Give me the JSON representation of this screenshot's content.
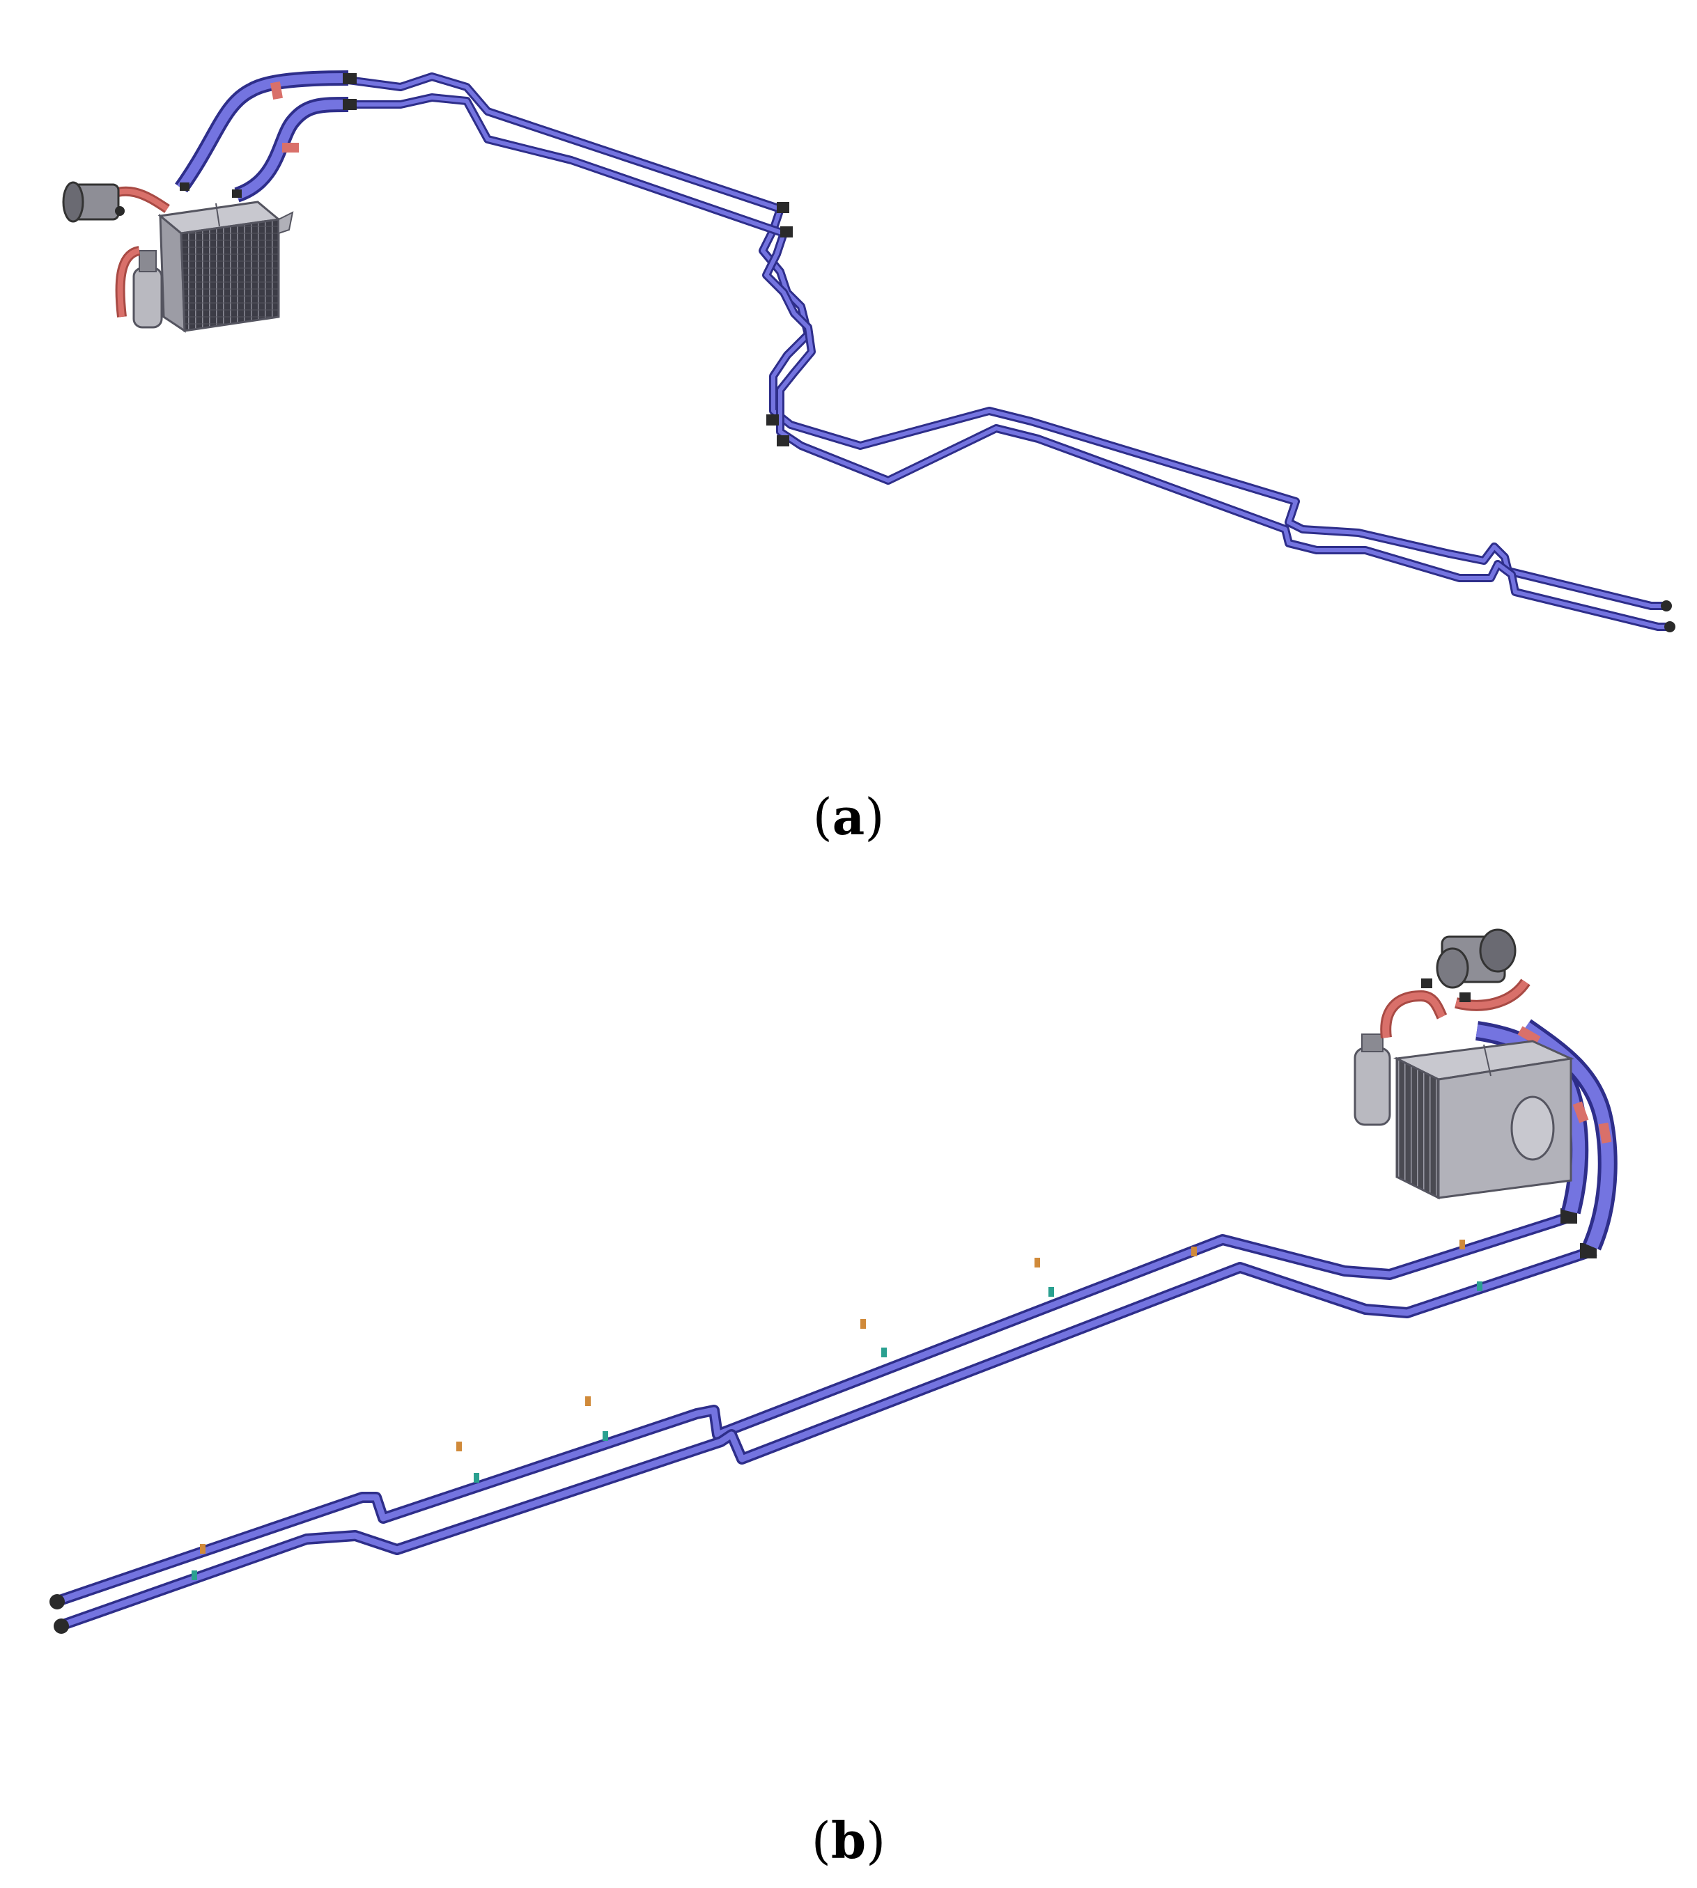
{
  "figure": {
    "panels": [
      {
        "id": "a",
        "caption_open": "(",
        "caption_letter": "a",
        "caption_close": ")"
      },
      {
        "id": "b",
        "caption_open": "(",
        "caption_letter": "b",
        "caption_close": ")"
      }
    ]
  },
  "colors": {
    "pipe": "#5a5ac8",
    "pipe_dark": "#2e2e8a",
    "hose_red": "#d9706a",
    "hose_red_dark": "#a84a44",
    "metal": "#b9b9c0",
    "metal_dark": "#555560",
    "core": "#3c3c46",
    "fitting": "#2a2a2a",
    "band_orange": "#d08a3a",
    "band_teal": "#2aa090"
  }
}
